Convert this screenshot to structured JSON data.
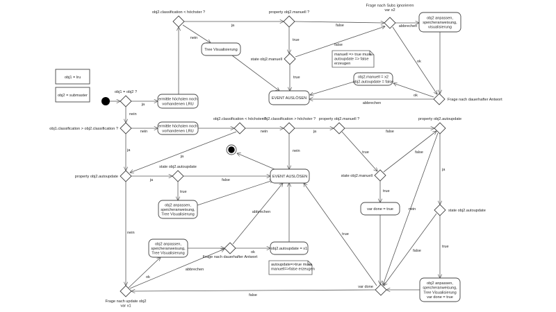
{
  "legend": [
    {
      "id": "legend-obj1",
      "text": "obj1 = lru"
    },
    {
      "id": "legend-obj2",
      "text": "obj2 = submaster"
    }
  ],
  "nodes": {
    "start": {
      "kind": "start"
    },
    "end": {
      "kind": "end"
    },
    "d_obj1_eq": {
      "kind": "decision",
      "label": [
        "obj1 = obj2 ?"
      ]
    },
    "a_ermittle1": {
      "kind": "action",
      "label": [
        "ermittle höchsten noch",
        "vorhandenen LRU"
      ]
    },
    "d_cls_lt_top": {
      "kind": "decision",
      "label": [
        "obj2.classification < höchster ?"
      ]
    },
    "a_tree1": {
      "kind": "action",
      "label": [
        "Tree Visualisierung"
      ]
    },
    "d_prop_manuell_top": {
      "kind": "decision",
      "label": [
        "property obj2.manuell ?"
      ]
    },
    "d_state_manuell_top": {
      "kind": "decision",
      "label": [
        "state obj2.manuell"
      ]
    },
    "d_frage_subs": {
      "kind": "decision",
      "label": [
        "Frage nach Subs ignorieren",
        "var x2"
      ]
    },
    "a_anpassen_top": {
      "kind": "action",
      "label": [
        "obj2 anpassen,",
        "speicheranweisung,",
        "visualisierung"
      ]
    },
    "n_note_top": {
      "kind": "note",
      "label": [
        "manuell => true muss",
        "autoupdate => false",
        "erzeugen"
      ]
    },
    "a_set_x2": {
      "kind": "action",
      "label": [
        "obj2.manuell = x2",
        "obj2.autoupdate = false"
      ]
    },
    "a_event_top": {
      "kind": "action",
      "label": [
        "EVENT AUSLÖSEN"
      ]
    },
    "d_frage_dauer_top": {
      "kind": "decision",
      "label": [
        "Frage nach dauerhafter Antwort"
      ]
    },
    "d_cls_cmp": {
      "kind": "decision",
      "label": [
        "obj1.classification > obj2.classification ?"
      ]
    },
    "a_ermittle2": {
      "kind": "action",
      "label": [
        "ermittle höchsten noch",
        "vorhandenen LRU"
      ]
    },
    "d_cls_lt_mid": {
      "kind": "decision",
      "label": [
        "obj2.classification < höchster ?"
      ]
    },
    "d_cls_gt_mid": {
      "kind": "decision",
      "label": [
        "obj2.classification > höchster ?"
      ]
    },
    "d_prop_manuell_mid": {
      "kind": "decision",
      "label": [
        "property obj2.manuell ?"
      ]
    },
    "d_prop_auto_right": {
      "kind": "decision",
      "label": [
        "property obj2.autoupdate"
      ]
    },
    "d_prop_auto_left": {
      "kind": "decision",
      "label": [
        "property obj2.autoupdate"
      ]
    },
    "d_state_auto_left": {
      "kind": "decision",
      "label": [
        "state obj2.autoupdate"
      ]
    },
    "a_event_mid": {
      "kind": "action",
      "label": [
        "EVENT AUSLÖSEN"
      ]
    },
    "d_state_manuell_mid": {
      "kind": "decision",
      "label": [
        "state obj2.manuell"
      ]
    },
    "a_done_true": {
      "kind": "action",
      "label": [
        "var done = true"
      ]
    },
    "d_state_auto_right": {
      "kind": "decision",
      "label": [
        "state obj2.autoupdate"
      ]
    },
    "a_anpassen_left": {
      "kind": "action",
      "label": [
        "obj2 anpassen,",
        "speicheranweisung,",
        "Tree Visualisierung"
      ]
    },
    "a_anpassen_low": {
      "kind": "action",
      "label": [
        "obj2 anpassen,",
        "speicheranweisung,",
        "Tree Visualisierung"
      ]
    },
    "d_frage_dauer_low": {
      "kind": "decision",
      "label": [
        "Frage nach dauerhafter Antwort"
      ]
    },
    "a_auto_x1": {
      "kind": "action",
      "label": [
        "obj2.autoupdate = x1"
      ]
    },
    "n_note_low": {
      "kind": "note",
      "label": [
        "autoupdate=>true muss",
        "manuell=>false erzeugen"
      ]
    },
    "d_frage_update": {
      "kind": "decision",
      "label": [
        "Frage nach update obj2",
        "var x1"
      ]
    },
    "d_var_done": {
      "kind": "decision",
      "label": [
        "var done"
      ]
    },
    "a_anpassen_right": {
      "kind": "action",
      "label": [
        "obj2 anpassen,",
        "speicheranweisung,",
        "Tree Visualisierung",
        "var done = true"
      ]
    }
  },
  "edges": [
    {
      "from": "start",
      "to": "d_obj1_eq",
      "label": ""
    },
    {
      "from": "d_obj1_eq",
      "to": "a_ermittle1",
      "label": "ja"
    },
    {
      "from": "d_obj1_eq",
      "to": "d_cls_cmp",
      "label": "nein"
    },
    {
      "from": "a_ermittle1",
      "to": "d_cls_lt_top",
      "label": ""
    },
    {
      "from": "d_cls_lt_top",
      "to": "d_prop_manuell_top",
      "label": "ja"
    },
    {
      "from": "d_cls_lt_top",
      "to": "a_tree1",
      "label": "nein"
    },
    {
      "from": "a_tree1",
      "to": "a_event_top",
      "label": ""
    },
    {
      "from": "d_prop_manuell_top",
      "to": "d_state_manuell_top",
      "label": "true"
    },
    {
      "from": "d_prop_manuell_top",
      "to": "d_frage_subs",
      "label": "false"
    },
    {
      "from": "d_state_manuell_top",
      "to": "a_event_top",
      "label": "true"
    },
    {
      "from": "d_state_manuell_top",
      "to": "d_frage_subs",
      "label": "false"
    },
    {
      "from": "d_frage_subs",
      "to": "a_anpassen_top",
      "label": "abbrechen"
    },
    {
      "from": "d_frage_subs",
      "to": "d_frage_dauer_top",
      "label": "ok"
    },
    {
      "from": "a_anpassen_top",
      "to": "d_frage_dauer_top",
      "label": ""
    },
    {
      "from": "d_frage_dauer_top",
      "to": "a_set_x2",
      "label": "ok"
    },
    {
      "from": "d_frage_dauer_top",
      "to": "a_event_top",
      "label": "abbrechen"
    },
    {
      "from": "a_set_x2",
      "to": "a_event_top",
      "label": ""
    },
    {
      "from": "d_cls_cmp",
      "to": "a_ermittle2",
      "label": "nein"
    },
    {
      "from": "d_cls_cmp",
      "to": "d_prop_auto_left",
      "label": "ja"
    },
    {
      "from": "a_ermittle2",
      "to": "d_cls_lt_mid",
      "label": ""
    },
    {
      "from": "d_cls_lt_mid",
      "to": "d_prop_auto_left",
      "label": "ja"
    },
    {
      "from": "d_cls_lt_mid",
      "to": "d_cls_gt_mid",
      "label": "nein"
    },
    {
      "from": "d_cls_gt_mid",
      "to": "d_prop_manuell_mid",
      "label": "ja"
    },
    {
      "from": "d_cls_gt_mid",
      "to": "a_event_mid",
      "label": "nein"
    },
    {
      "from": "d_prop_manuell_mid",
      "to": "d_prop_auto_right",
      "label": "false"
    },
    {
      "from": "d_prop_manuell_mid",
      "to": "d_state_manuell_mid",
      "label": "true"
    },
    {
      "from": "d_state_manuell_mid",
      "to": "d_prop_auto_right",
      "label": "false"
    },
    {
      "from": "d_state_manuell_mid",
      "to": "a_done_true",
      "label": "true"
    },
    {
      "from": "a_done_true",
      "to": "d_var_done",
      "label": ""
    },
    {
      "from": "d_prop_auto_right",
      "to": "d_state_auto_right",
      "label": "ja"
    },
    {
      "from": "d_prop_auto_right",
      "to": "d_var_done",
      "label": "nein"
    },
    {
      "from": "d_state_auto_right",
      "to": "a_anpassen_right",
      "label": "true"
    },
    {
      "from": "d_state_auto_right",
      "to": "d_var_done",
      "label": "false"
    },
    {
      "from": "a_anpassen_right",
      "to": "d_var_done",
      "label": ""
    },
    {
      "from": "d_var_done",
      "to": "a_event_mid",
      "label": "true"
    },
    {
      "from": "d_var_done",
      "to": "d_frage_update",
      "label": "false"
    },
    {
      "from": "d_prop_auto_left",
      "to": "d_state_auto_left",
      "label": "ja"
    },
    {
      "from": "d_prop_auto_left",
      "to": "d_frage_update",
      "label": "nein"
    },
    {
      "from": "d_state_auto_left",
      "to": "a_event_mid",
      "label": "false"
    },
    {
      "from": "d_state_auto_left",
      "to": "a_anpassen_left",
      "label": "true"
    },
    {
      "from": "a_anpassen_left",
      "to": "a_event_mid",
      "label": ""
    },
    {
      "from": "d_frage_update",
      "to": "a_anpassen_low",
      "label": "ok"
    },
    {
      "from": "d_frage_update",
      "to": "d_frage_dauer_low",
      "label": "abbrechen"
    },
    {
      "from": "a_anpassen_low",
      "to": "d_frage_dauer_low",
      "label": ""
    },
    {
      "from": "d_frage_dauer_low",
      "to": "a_auto_x1",
      "label": "ok"
    },
    {
      "from": "d_frage_dauer_low",
      "to": "a_event_mid",
      "label": "abbrechen"
    },
    {
      "from": "a_auto_x1",
      "to": "a_event_mid",
      "label": ""
    },
    {
      "from": "a_event_mid",
      "to": "end",
      "label": ""
    }
  ]
}
